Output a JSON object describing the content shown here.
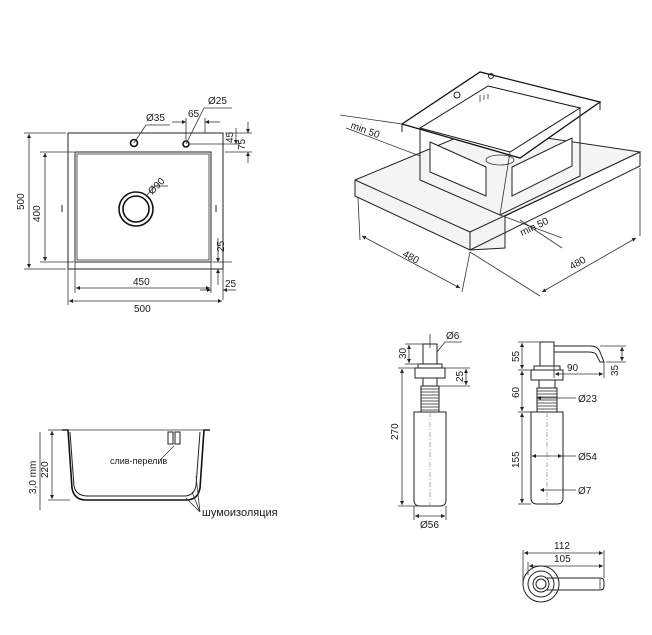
{
  "top_view": {
    "dim_d35": "Ø35",
    "dim_65": "65",
    "dim_d25": "Ø25",
    "dim_45": "45",
    "dim_75": "75",
    "dim_500_v": "500",
    "dim_400_v": "400",
    "dim_d90": "Ø90",
    "dim_25_r": "25",
    "dim_450": "450",
    "dim_500_h": "500",
    "dim_25_b": "25"
  },
  "iso_view": {
    "min50_a": "min 50",
    "min50_b": "min 50",
    "dim_480_l": "480",
    "dim_480_r": "480"
  },
  "section_view": {
    "dim_3mm": "3,0 mm",
    "dim_220": "220",
    "overflow_label": "слив-перелив",
    "insulation_label": "шумоизоляция"
  },
  "dispenser_front": {
    "dim_30": "30",
    "dim_d6": "Ø6",
    "dim_25": "25",
    "dim_270": "270",
    "dim_d56": "Ø56"
  },
  "dispenser_side": {
    "dim_55": "55",
    "dim_90": "90",
    "dim_35": "35",
    "dim_60": "60",
    "dim_d23": "Ø23",
    "dim_155": "155",
    "dim_d54": "Ø54",
    "dim_d7": "Ø7"
  },
  "dispenser_top": {
    "dim_112": "112",
    "dim_105": "105"
  }
}
